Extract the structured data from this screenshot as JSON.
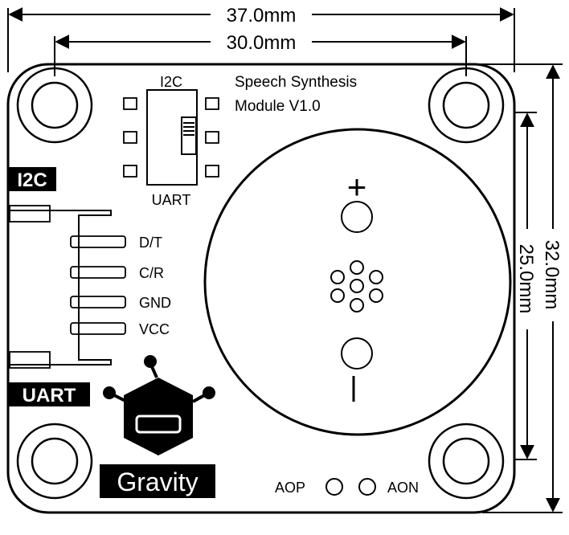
{
  "dimensions": {
    "width_total": "37.0mm",
    "width_holes": "30.0mm",
    "height_total": "32.0mm",
    "height_speaker": "25.0mm"
  },
  "module": {
    "title_line1": "Speech Synthesis",
    "title_line2": "Module V1.0"
  },
  "switch": {
    "top_label": "I2C",
    "bottom_label": "UART"
  },
  "side_labels": {
    "i2c": "I2C",
    "uart": "UART"
  },
  "pins": [
    {
      "label": "D/T"
    },
    {
      "label": "C/R"
    },
    {
      "label": "GND"
    },
    {
      "label": "VCC"
    }
  ],
  "speaker": {
    "plus": "+",
    "minus": "|"
  },
  "pads": {
    "aop": "AOP",
    "aon": "AON"
  },
  "brand": {
    "name": "Gravity"
  },
  "colors": {
    "ink": "#000000",
    "background": "#ffffff"
  }
}
